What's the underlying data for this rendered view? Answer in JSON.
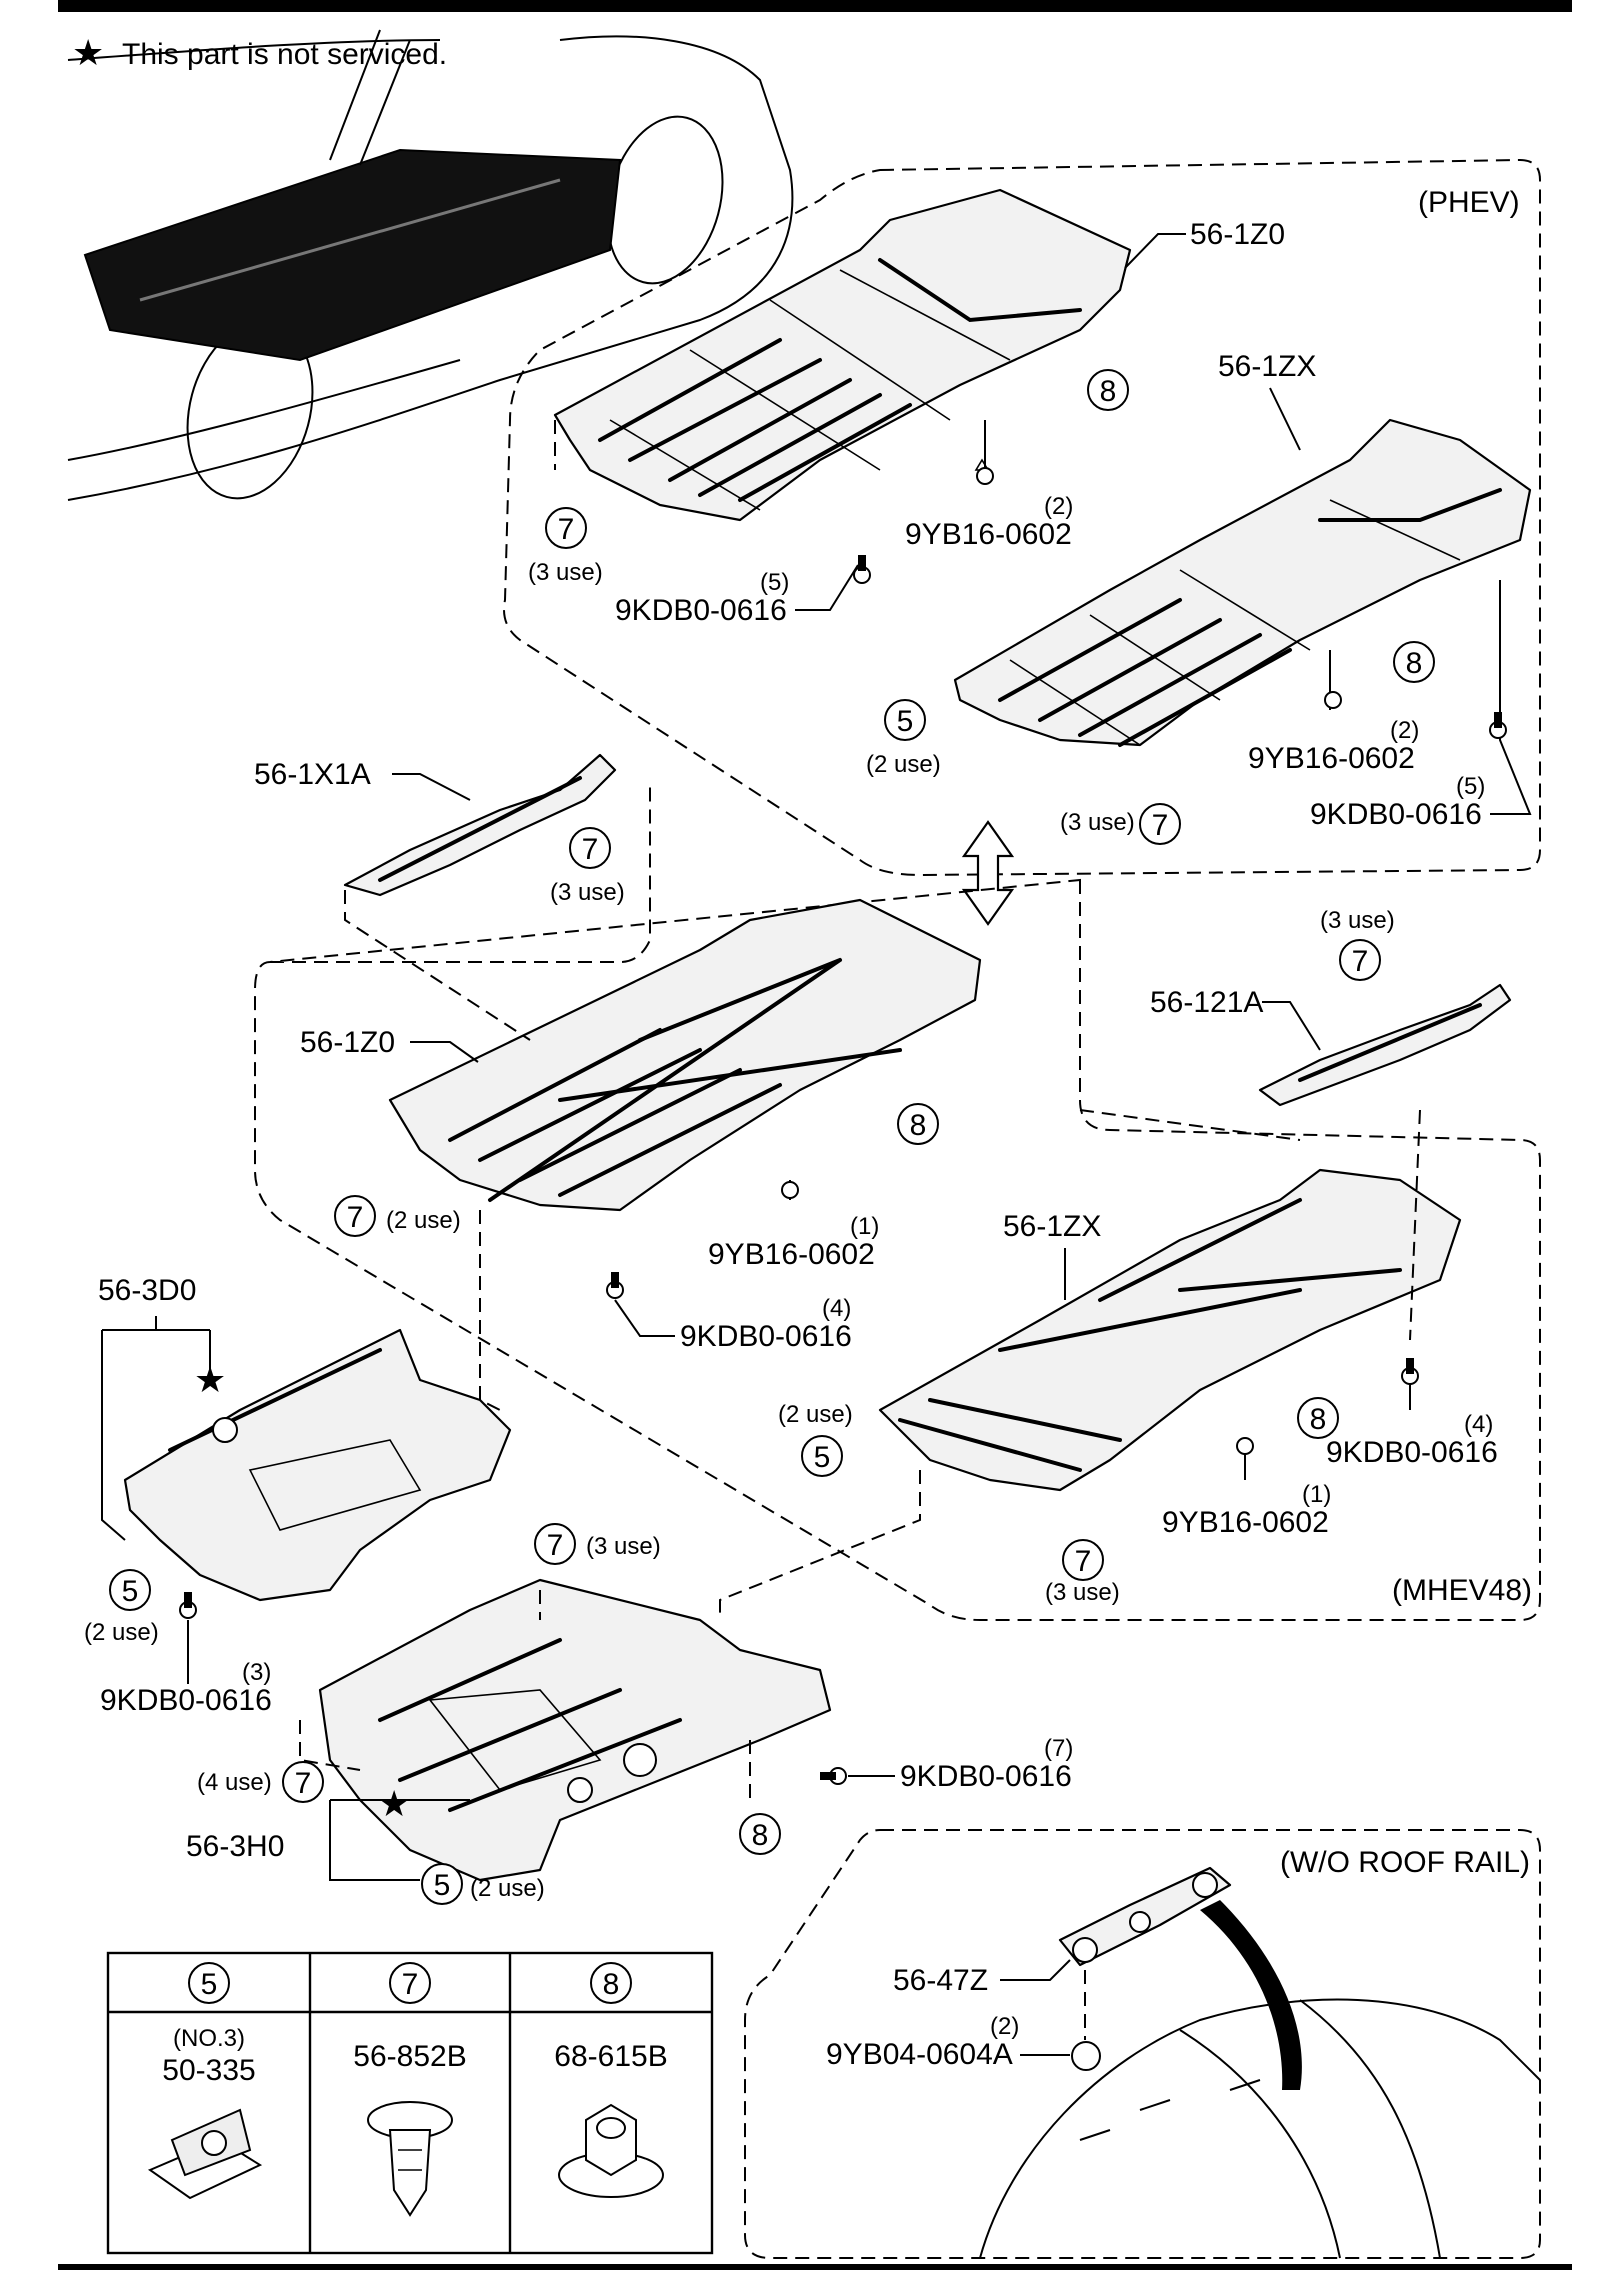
{
  "note": "This part is not serviced.",
  "sections": {
    "phev": "(PHEV)",
    "mhev": "(MHEV48)",
    "roof": "(W/O ROOF RAIL)"
  },
  "parts": {
    "p1z0_phev": "56-1Z0",
    "p1zx_phev": "56-1ZX",
    "p1x1a": "56-1X1A",
    "p1z0_mhev": "56-1Z0",
    "p121a": "56-121A",
    "p1zx_mhev": "56-1ZX",
    "p3d0": "56-3D0",
    "p3h0": "56-3H0",
    "p47z": "56-47Z"
  },
  "fasteners": {
    "f1": {
      "code": "9YB16-0602",
      "qty": "(2)"
    },
    "f2": {
      "code": "9KDB0-0616",
      "qty": "(5)"
    },
    "f3": {
      "code": "9YB16-0602",
      "qty": "(2)"
    },
    "f4": {
      "code": "9KDB0-0616",
      "qty": "(5)"
    },
    "f5": {
      "code": "9YB16-0602",
      "qty": "(1)"
    },
    "f6": {
      "code": "9KDB0-0616",
      "qty": "(4)"
    },
    "f7": {
      "code": "9KDB0-0616",
      "qty": "(4)"
    },
    "f8": {
      "code": "9YB16-0602",
      "qty": "(1)"
    },
    "f9": {
      "code": "9KDB0-0616",
      "qty": "(3)"
    },
    "f10": {
      "code": "9KDB0-0616",
      "qty": "(7)"
    },
    "f11": {
      "code": "9YB04-0604A",
      "qty": "(2)"
    }
  },
  "callouts": {
    "c1": {
      "num": "7",
      "use": "(3 use)"
    },
    "c2": {
      "num": "8",
      "use": ""
    },
    "c3": {
      "num": "8",
      "use": ""
    },
    "c4": {
      "num": "5",
      "use": "(2 use)"
    },
    "c5": {
      "num": "7",
      "use": "(3 use)"
    },
    "c6": {
      "num": "7",
      "use": "(3 use)"
    },
    "c7": {
      "num": "7",
      "use": "(3 use)"
    },
    "c8": {
      "num": "8",
      "use": ""
    },
    "c9": {
      "num": "7",
      "use": "(2 use)"
    },
    "c10": {
      "num": "8",
      "use": ""
    },
    "c11": {
      "num": "5",
      "use": "(2 use)"
    },
    "c12": {
      "num": "7",
      "use": "(3 use)"
    },
    "c13": {
      "num": "7",
      "use": "(3 use)"
    },
    "c14": {
      "num": "5",
      "use": "(2 use)"
    },
    "c15": {
      "num": "7",
      "use": "(4 use)"
    },
    "c16": {
      "num": "8",
      "use": ""
    },
    "c17": {
      "num": "5",
      "use": "(2 use)"
    }
  },
  "legend": {
    "col1": {
      "num": "5",
      "sub": "(NO.3)",
      "part": "50-335"
    },
    "col2": {
      "num": "7",
      "part": "56-852B"
    },
    "col3": {
      "num": "8",
      "part": "68-615B"
    }
  }
}
